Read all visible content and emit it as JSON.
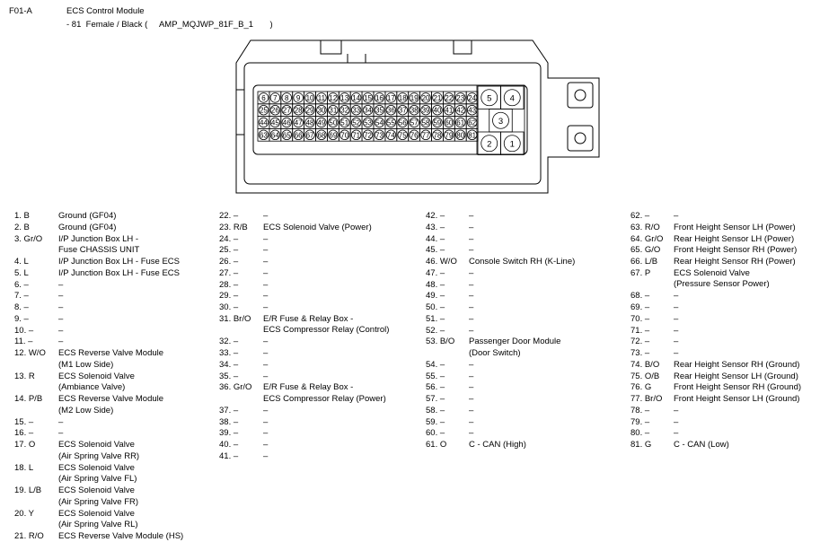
{
  "header": {
    "connector_id": "F01-A",
    "module_name": "ECS Control Module",
    "connector_spec": "- 81  Female / Black (     AMP_MQJWP_81F_B_1       )"
  },
  "connector": {
    "small_pin_rows": [
      [
        "6",
        "7",
        "8",
        "9",
        "10",
        "11",
        "12",
        "13",
        "14",
        "15",
        "16",
        "17",
        "18",
        "19",
        "20",
        "21",
        "22",
        "23",
        "24"
      ],
      [
        "25",
        "26",
        "27",
        "28",
        "29",
        "30",
        "31",
        "32",
        "33",
        "34",
        "35",
        "36",
        "37",
        "38",
        "39",
        "40",
        "41",
        "42",
        "43"
      ],
      [
        "44",
        "45",
        "46",
        "47",
        "48",
        "49",
        "50",
        "51",
        "52",
        "53",
        "54",
        "55",
        "56",
        "57",
        "58",
        "59",
        "60",
        "61",
        "62"
      ],
      [
        "63",
        "64",
        "65",
        "66",
        "67",
        "68",
        "69",
        "70",
        "71",
        "72",
        "73",
        "74",
        "75",
        "76",
        "77",
        "78",
        "79",
        "80",
        "81"
      ]
    ],
    "large_pins": [
      "5",
      "4",
      "3",
      "2",
      "1"
    ]
  },
  "pin_columns": [
    [
      {
        "num": "1. B",
        "desc": "Ground (GF04)"
      },
      {
        "num": "2. B",
        "desc": "Ground (GF04)"
      },
      {
        "num": "3. Gr/O",
        "desc": "I/P Junction Box LH -\nFuse CHASSIS UNIT"
      },
      {
        "num": "4. L",
        "desc": "I/P Junction Box LH - Fuse ECS"
      },
      {
        "num": "5. L",
        "desc": "I/P Junction Box LH - Fuse ECS"
      },
      {
        "num": "6. –",
        "desc": "–"
      },
      {
        "num": "7. –",
        "desc": "–"
      },
      {
        "num": "8. –",
        "desc": "–"
      },
      {
        "num": "9. –",
        "desc": "–"
      },
      {
        "num": "10. –",
        "desc": "–"
      },
      {
        "num": "11. –",
        "desc": "–"
      },
      {
        "num": "12. W/O",
        "desc": "ECS Reverse Valve Module\n(M1 Low Side)"
      },
      {
        "num": "13. R",
        "desc": "ECS Solenoid Valve\n(Ambiance Valve)"
      },
      {
        "num": "14. P/B",
        "desc": "ECS Reverse Valve Module\n(M2 Low Side)"
      },
      {
        "num": "15. –",
        "desc": "–"
      },
      {
        "num": "16. –",
        "desc": "–"
      },
      {
        "num": "17. O",
        "desc": "ECS Solenoid Valve\n(Air Spring Valve RR)"
      },
      {
        "num": "18. L",
        "desc": "ECS Solenoid Valve\n(Air Spring Valve FL)"
      },
      {
        "num": "19. L/B",
        "desc": "ECS Solenoid Valve\n(Air Spring Valve FR)"
      },
      {
        "num": "20. Y",
        "desc": "ECS Solenoid Valve\n(Air Spring Valve RL)"
      },
      {
        "num": "21. R/O",
        "desc": "ECS Reverse Valve Module (HS)"
      }
    ],
    [
      {
        "num": "22. –",
        "desc": "–"
      },
      {
        "num": "23. R/B",
        "desc": "ECS Solenoid Valve (Power)"
      },
      {
        "num": "24. –",
        "desc": "–"
      },
      {
        "num": "25. –",
        "desc": "–"
      },
      {
        "num": "26. –",
        "desc": "–"
      },
      {
        "num": "27. –",
        "desc": "–"
      },
      {
        "num": "28. –",
        "desc": "–"
      },
      {
        "num": "29. –",
        "desc": "–"
      },
      {
        "num": "30. –",
        "desc": "–"
      },
      {
        "num": "31. Br/O",
        "desc": "E/R Fuse & Relay Box -\nECS Compressor Relay (Control)"
      },
      {
        "num": "32. –",
        "desc": "–"
      },
      {
        "num": "33. –",
        "desc": "–"
      },
      {
        "num": "34. –",
        "desc": "–"
      },
      {
        "num": "35. –",
        "desc": "–"
      },
      {
        "num": "36. Gr/O",
        "desc": "E/R Fuse & Relay Box -\nECS Compressor Relay (Power)"
      },
      {
        "num": "37. –",
        "desc": "–"
      },
      {
        "num": "38. –",
        "desc": "–"
      },
      {
        "num": "39. –",
        "desc": "–"
      },
      {
        "num": "40. –",
        "desc": "–"
      },
      {
        "num": "41. –",
        "desc": "–"
      }
    ],
    [
      {
        "num": "42. –",
        "desc": "–"
      },
      {
        "num": "43. –",
        "desc": "–"
      },
      {
        "num": "44. –",
        "desc": "–"
      },
      {
        "num": "45. –",
        "desc": "–"
      },
      {
        "num": "46. W/O",
        "desc": "Console Switch RH (K-Line)"
      },
      {
        "num": "47. –",
        "desc": "–"
      },
      {
        "num": "48. –",
        "desc": "–"
      },
      {
        "num": "49. –",
        "desc": "–"
      },
      {
        "num": "50. –",
        "desc": "–"
      },
      {
        "num": "51. –",
        "desc": "–"
      },
      {
        "num": "52. –",
        "desc": "–"
      },
      {
        "num": "53. B/O",
        "desc": "Passenger Door Module\n(Door Switch)"
      },
      {
        "num": "54. –",
        "desc": "–"
      },
      {
        "num": "55. –",
        "desc": "–"
      },
      {
        "num": "56. –",
        "desc": "–"
      },
      {
        "num": "57. –",
        "desc": "–"
      },
      {
        "num": "58. –",
        "desc": "–"
      },
      {
        "num": "59. –",
        "desc": "–"
      },
      {
        "num": "60. –",
        "desc": "–"
      },
      {
        "num": "61. O",
        "desc": "C - CAN (High)"
      }
    ],
    [
      {
        "num": "62. –",
        "desc": "–"
      },
      {
        "num": "63. R/O",
        "desc": "Front Height Sensor LH (Power)"
      },
      {
        "num": "64. Gr/O",
        "desc": "Rear Height Sensor LH (Power)"
      },
      {
        "num": "65. G/O",
        "desc": "Front Height Sensor RH (Power)"
      },
      {
        "num": "66. L/B",
        "desc": "Rear Height Sensor RH (Power)"
      },
      {
        "num": "67. P",
        "desc": "ECS Solenoid Valve\n(Pressure Sensor Power)"
      },
      {
        "num": "68. –",
        "desc": "–"
      },
      {
        "num": "69. –",
        "desc": "–"
      },
      {
        "num": "70. –",
        "desc": "–"
      },
      {
        "num": "71. –",
        "desc": "–"
      },
      {
        "num": "72. –",
        "desc": "–"
      },
      {
        "num": "73. –",
        "desc": "–"
      },
      {
        "num": "74. B/O",
        "desc": "Rear Height Sensor RH (Ground)"
      },
      {
        "num": "75. O/B",
        "desc": "Rear Height Sensor LH (Ground)"
      },
      {
        "num": "76. G",
        "desc": "Front Height Sensor RH (Ground)"
      },
      {
        "num": "77. Br/O",
        "desc": "Front Height Sensor LH (Ground)"
      },
      {
        "num": "78. –",
        "desc": "–"
      },
      {
        "num": "79. –",
        "desc": "–"
      },
      {
        "num": "80. –",
        "desc": "–"
      },
      {
        "num": "81. G",
        "desc": "C - CAN (Low)"
      }
    ]
  ]
}
